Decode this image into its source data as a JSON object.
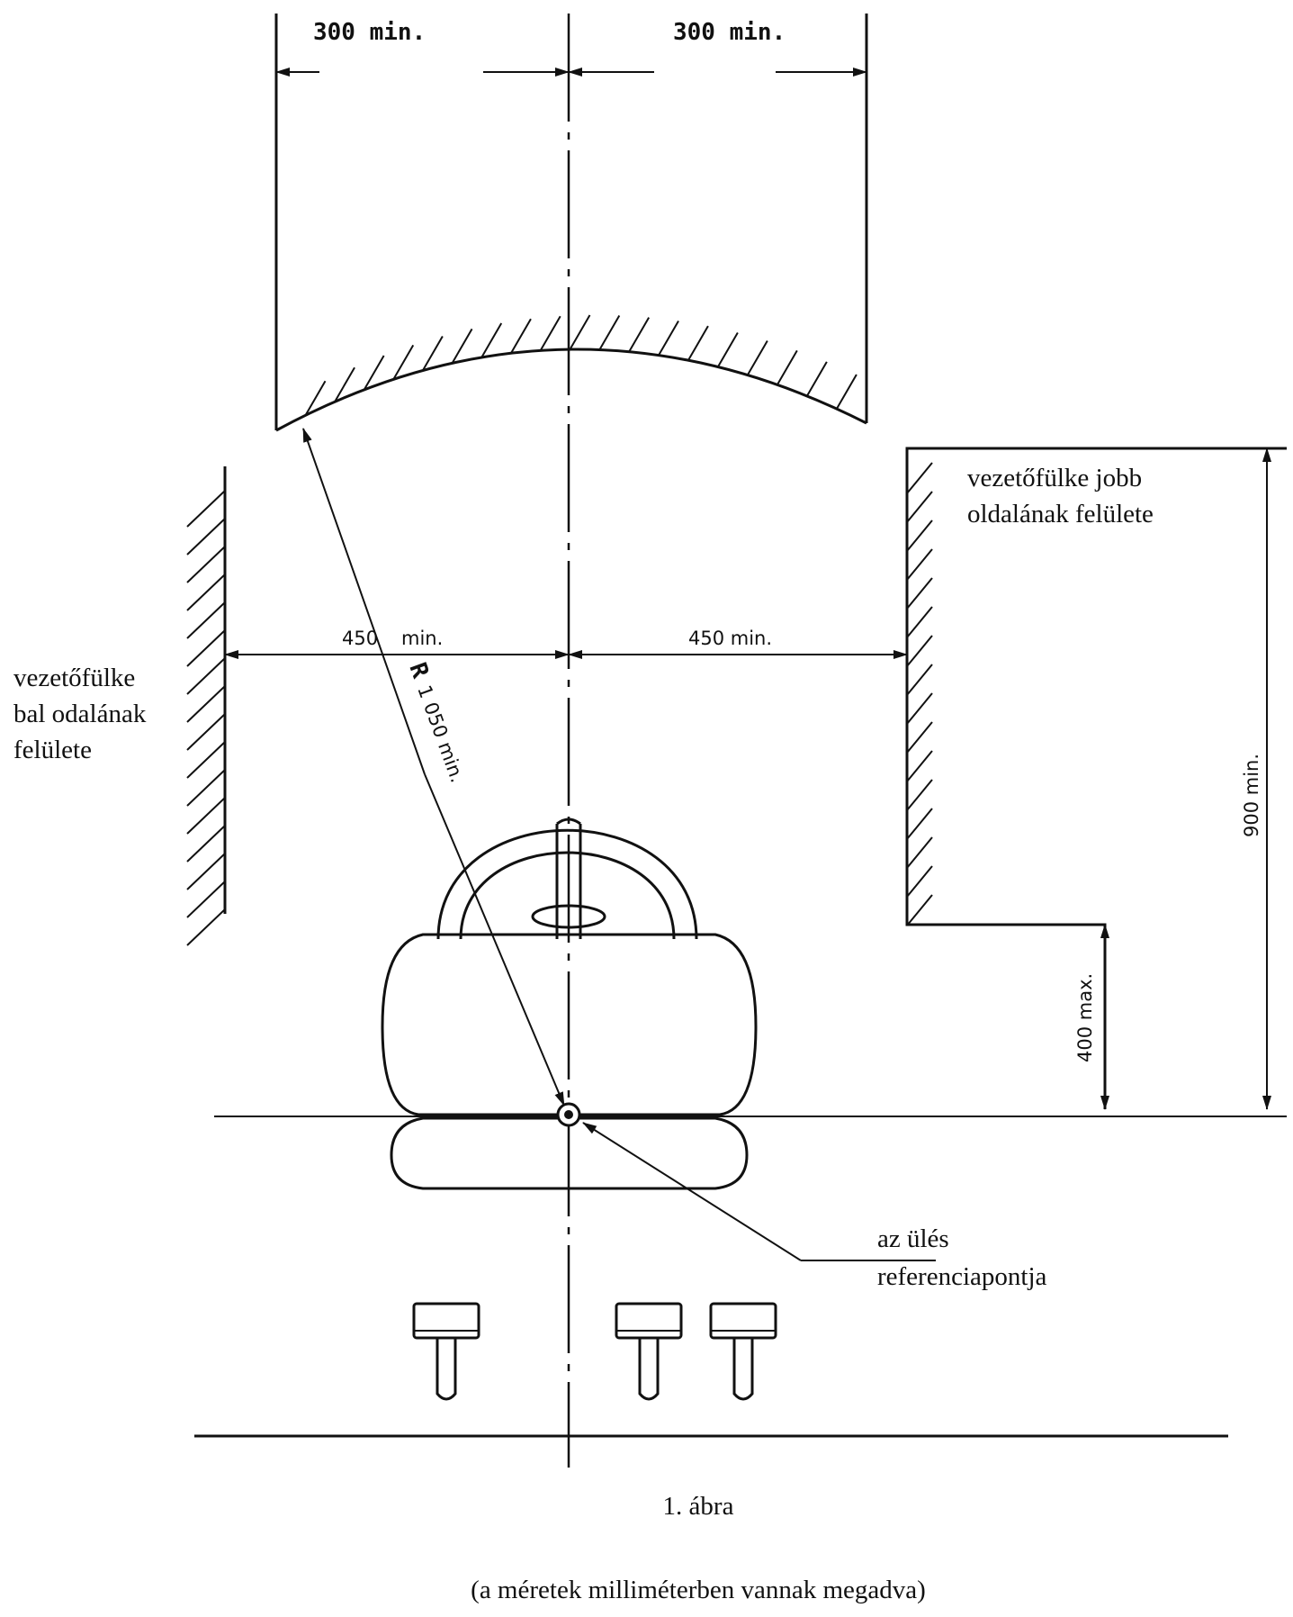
{
  "dimensions": {
    "top_left": "300 min.",
    "top_right": "300 min.",
    "mid_left": "450",
    "mid_left_suffix": "min.",
    "mid_right": "450 min.",
    "radius_prefix": "R",
    "radius": "1 050 min.",
    "height_total": "900 min.",
    "height_step": "400 max."
  },
  "labels": {
    "right_surface_line1": "vezetőfülke jobb",
    "right_surface_line2": "oldalának felülete",
    "left_surface_line1": "vezetőfülke",
    "left_surface_line2": "bal odalának",
    "left_surface_line3": "felülete",
    "seat_ref_line1": "az ülés",
    "seat_ref_line2": "referenciapontja"
  },
  "caption": {
    "figure": "1. ábra",
    "note": "(a méretek milliméterben vannak megadva)"
  }
}
